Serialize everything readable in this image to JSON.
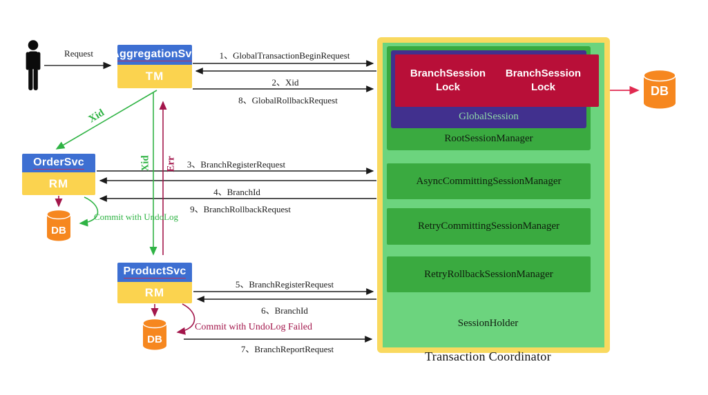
{
  "actor": {
    "request_label": "Request"
  },
  "services": {
    "aggregation": {
      "name": "AggregationSvc",
      "role": "TM"
    },
    "order": {
      "name": "OrderSvc",
      "role": "RM"
    },
    "product": {
      "name": "ProductSvc",
      "role": "RM"
    }
  },
  "databases": {
    "order_db": "DB",
    "product_db": "DB",
    "coordinator_db": "DB"
  },
  "coordinator": {
    "caption": "Transaction Coordinator",
    "locks": [
      "BranchSession Lock",
      "BranchSession Lock"
    ],
    "global_session_label": "GlobalSession",
    "root_manager_label": "RootSessionManager",
    "managers": [
      "AsyncCommittingSessionManager",
      "RetryCommittingSessionManager",
      "RetryRollbackSessionManager"
    ],
    "session_holder_label": "SessionHolder"
  },
  "messages": {
    "m1": "1、GlobalTransactionBeginRequest",
    "m2": "2、Xid",
    "m3": "3、BranchRegisterRequest",
    "m4": "4、BranchId",
    "m5": "5、BranchRegisterRequest",
    "m6": "6、BranchId",
    "m7": "7、BranchReportRequest",
    "m8": "8、GlobalRollbackRequest",
    "m9": "9、BranchRollbackRequest"
  },
  "annotations": {
    "xid_diagonal": "Xid",
    "xid_vertical": "Xid",
    "err_vertical": "Err",
    "commit_with_undolog": "Commit with UndoLog",
    "commit_with_undolog_failed": "Commit with UndoLog Failed"
  },
  "colors": {
    "service_header_blue": "#3D6FD2",
    "service_role_yellow": "#FBD34F",
    "db_orange": "#F6871F",
    "tc_border_yellow": "#F9D95F",
    "tc_background_green": "#6CD47E",
    "manager_green": "#3AAA40",
    "global_session_purple": "#41308E",
    "branch_lock_crimson": "#B80F38",
    "xid_green": "#2FB344",
    "err_crimson": "#A3164B",
    "db_link_pink": "#E02A50"
  }
}
